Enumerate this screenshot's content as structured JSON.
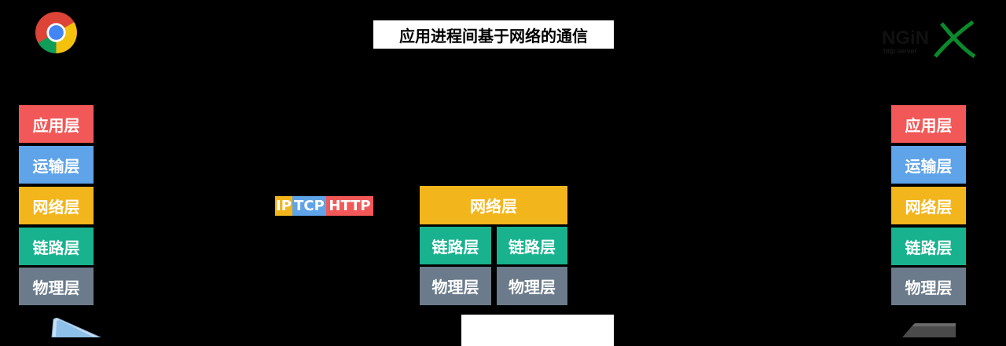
{
  "title": "应用进程间基于网络的通信",
  "colors": {
    "application": "#f25858",
    "transport": "#5fa3e8",
    "network": "#f2b51c",
    "link": "#18b28e",
    "physical": "#6b7b8b",
    "background": "#000000"
  },
  "layers": {
    "application": "应用层",
    "transport": "运输层",
    "network": "网络层",
    "link": "链路层",
    "physical": "物理层"
  },
  "packet": {
    "ip": "IP",
    "tcp": "TCP",
    "http": "HTTP"
  },
  "icons": {
    "client": "chrome-logo-icon",
    "server": "nginx-logo-icon",
    "server_logo_text": "NGiNX",
    "server_logo_subtext": "http server"
  }
}
